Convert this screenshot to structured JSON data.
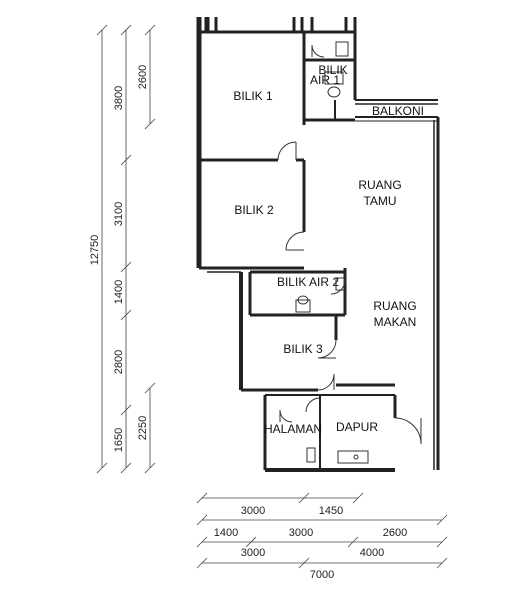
{
  "rooms": {
    "bilik1": "BILIK 1",
    "bilik_air1_a": "BILIK",
    "bilik_air1_b": "AIR 1",
    "balkoni": "BALKONI",
    "ruang_tamu_a": "RUANG",
    "ruang_tamu_b": "TAMU",
    "bilik2": "BILIK 2",
    "bilik_air2": "BILIK AIR 2",
    "ruang_makan_a": "RUANG",
    "ruang_makan_b": "MAKAN",
    "bilik3": "BILIK 3",
    "halaman": "HALAMAN",
    "dapur": "DAPUR"
  },
  "dimensions": {
    "left_total": "12750",
    "left_3800": "3800",
    "left_3100": "3100",
    "left_1400": "1400",
    "left_2800": "2800",
    "left_1650": "1650",
    "left_2600": "2600",
    "left_2250": "2250",
    "bottom_r1_a": "3000",
    "bottom_r1_b": "1450",
    "bottom_r2_a": "1400",
    "bottom_r2_b": "3000",
    "bottom_r2_c": "2600",
    "bottom_r3_a": "3000",
    "bottom_r3_b": "4000",
    "bottom_total": "7000"
  }
}
